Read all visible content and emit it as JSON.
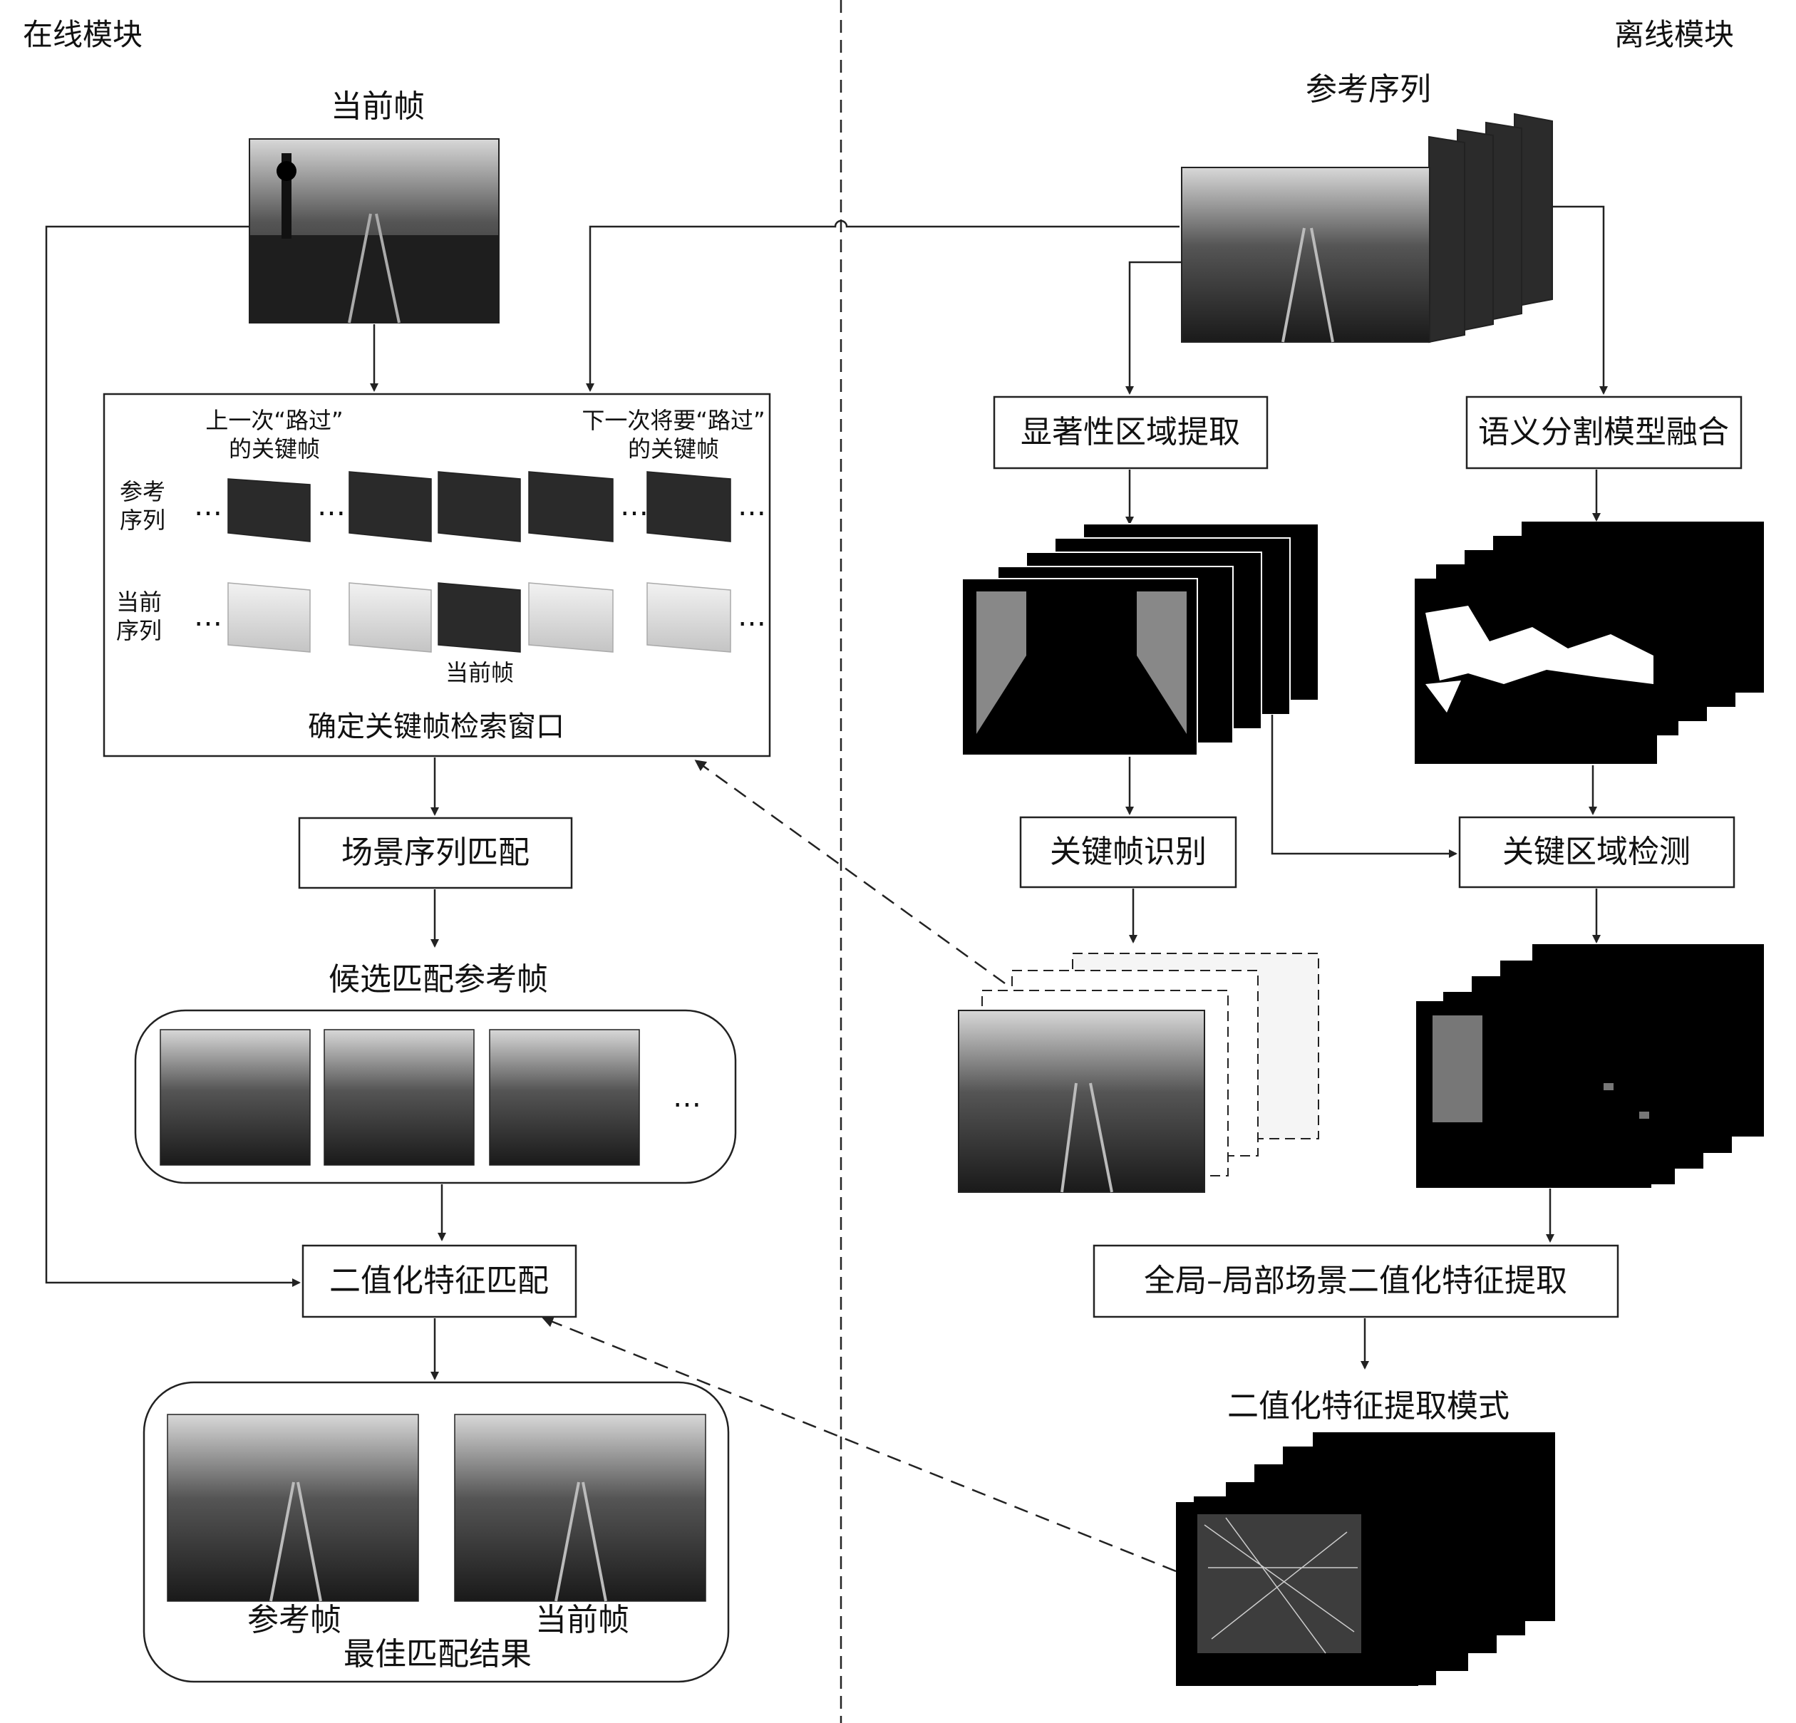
{
  "labels": {
    "online_module": "在线模块",
    "offline_module": "离线模块",
    "current_frame_top": "当前帧",
    "reference_sequence_top": "参考序列",
    "last_keyframe": [
      "上一次“路过”",
      "的关键帧"
    ],
    "next_keyframe": [
      "下一次将要“路过”",
      "的关键帧"
    ],
    "ref_seq_row": [
      "参考",
      "序列"
    ],
    "cur_seq_row": [
      "当前",
      "序列"
    ],
    "current_frame_inner": "当前帧",
    "window_caption": "确定关键帧检索窗口",
    "scene_seq_match": "场景序列匹配",
    "candidate_frames": "候选匹配参考帧",
    "binary_feature_match": "二值化特征匹配",
    "ref_frame": "参考帧",
    "cur_frame": "当前帧",
    "best_match": "最佳匹配结果",
    "saliency_extract": "显著性区域提取",
    "semantic_fusion": "语义分割模型融合",
    "keyframe_identify": "关键帧识别",
    "key_region_detect": "关键区域检测",
    "global_local_extract": "全局–局部场景二值化特征提取",
    "binary_pattern": "二值化特征提取模式",
    "ellipsis": "…"
  },
  "colors": {
    "stroke": "#222222",
    "photo_dark": "#2a2a2a",
    "mask": "#000000"
  }
}
